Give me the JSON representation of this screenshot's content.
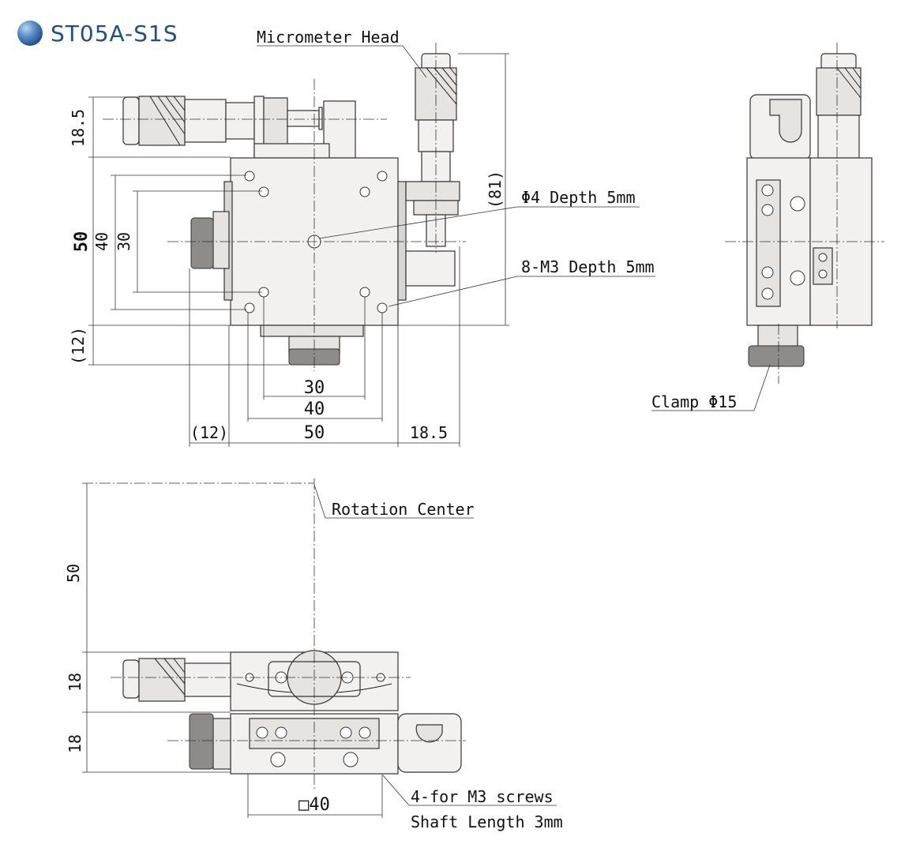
{
  "title": "ST05A-S1S",
  "colors": {
    "accent": "#1f4f86",
    "body": "#eeebea"
  },
  "icons": {
    "title_marker": "blue-sphere-icon"
  },
  "labels": {
    "micrometer_head": "Micrometer Head",
    "phi4_depth": "Φ4 Depth 5mm",
    "m3_depth": "8-M3 Depth 5mm",
    "clamp": "Clamp Φ15",
    "rotation_center": "Rotation Center",
    "screws_line1": "4-for M3 screws",
    "screws_line2": "Shaft Length 3mm"
  },
  "dimensions": {
    "top_18_5": "18.5",
    "side_50": "50",
    "side_40": "40",
    "side_30": "30",
    "side_12": "(12)",
    "right_81": "(81)",
    "bottom_30": "30",
    "bottom_40": "40",
    "bottom_50": "50",
    "bottom_12": "(12)",
    "bottom_18_5": "18.5",
    "front_50": "50",
    "front_18a": "18",
    "front_18b": "18",
    "front_sq40": "□40"
  }
}
